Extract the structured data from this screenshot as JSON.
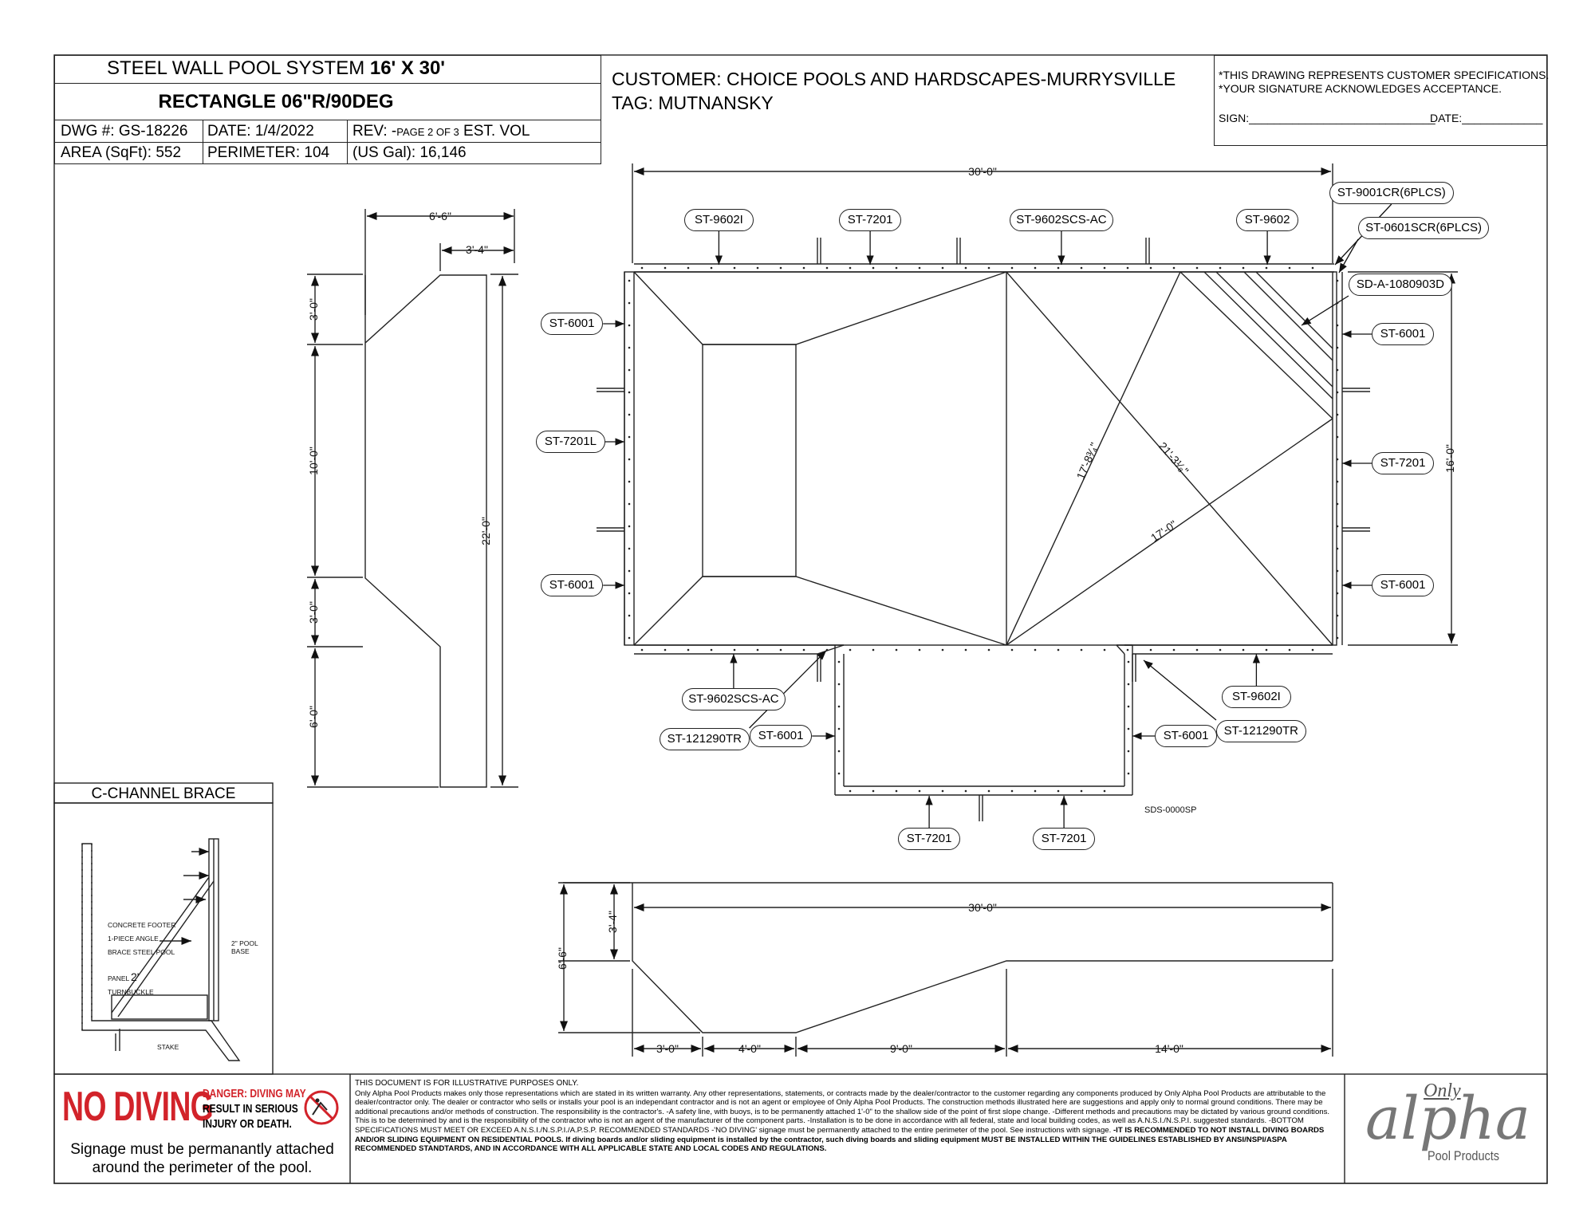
{
  "title_block": {
    "system": "STEEL WALL POOL SYSTEM",
    "size": "16' X 30'",
    "shape": "RECTANGLE 06\"R/90DEG",
    "dwg_label": "DWG #:",
    "dwg_value": "GS-18226",
    "date_label": "DATE:",
    "date_value": "1/4/2022",
    "rev_label": "REV:",
    "rev_value": "-",
    "page": "PAGE 2 OF 3",
    "est_vol": "EST. VOL",
    "area_label": "AREA (SqFt):",
    "area_value": "552",
    "perimeter_label": "PERIMETER:",
    "perimeter_value": "104",
    "gal_label": "(US Gal):",
    "gal_value": "16,146"
  },
  "customer": {
    "line1": "CUSTOMER: CHOICE POOLS AND HARDSCAPES-MURRYSVILLE",
    "line2": "TAG: MUTNANSKY"
  },
  "acceptance": {
    "line1": "*THIS DRAWING REPRESENTS CUSTOMER SPECIFICATIONS.",
    "line2": "*YOUR SIGNATURE ACKNOWLEDGES ACCEPTANCE.",
    "sign": "SIGN:______________________________",
    "date": "DATE:_____________"
  },
  "cross_section": {
    "dims": {
      "top_w": "6'-6\"",
      "top_w2": "3'-4\"",
      "d1": "3'-0\"",
      "d2": "10'-0\"",
      "d3": "3'-0\"",
      "d4": "6'-0\"",
      "total": "22'-0\""
    }
  },
  "plan": {
    "width_dim": "30'-0\"",
    "height_dim": "16'-0\"",
    "diag1": "17'-8³⁄₄\"",
    "diag2": "21'-3¹⁄₈\"",
    "diag3": "17'-0\"",
    "labels": {
      "top1": "ST-9602I",
      "top2": "ST-7201",
      "top3": "ST-9602SCS-AC",
      "top4": "ST-9602",
      "corner1": "ST-9001CR(6PLCS)",
      "corner2": "ST-0601SCR(6PLCS)",
      "step": "SD-A-1080903D",
      "left1": "ST-6001",
      "left2": "ST-7201L",
      "left3": "ST-6001",
      "right1": "ST-6001",
      "right2": "ST-7201",
      "right3": "ST-6001",
      "bot1": "ST-9602SCS-AC",
      "bot2": "ST-121290TR",
      "bot3": "ST-6001",
      "bot4": "ST-9602I",
      "bot5": "ST-121290TR",
      "bot6": "ST-6001",
      "ext1": "ST-7201",
      "ext2": "ST-7201",
      "sds": "SDS-0000SP"
    }
  },
  "profile": {
    "length": "30'-0\"",
    "shallow": "3'-4\"",
    "deep": "6'-6\"",
    "seg1": "3'-0\"",
    "seg2": "4'-0\"",
    "seg3": "9'-0\"",
    "seg4": "14'-0\""
  },
  "brace": {
    "title": "C-CHANNEL BRACE",
    "l1": "CONCRETE FOOTER",
    "l2": "1-PIECE ANGLE",
    "l3": "BRACE STEEL POOL",
    "l4": "PANEL",
    "l4b": "2'",
    "l5": "TURNBUCKLE",
    "l6": "2\" POOL",
    "l7": "BASE",
    "l8": "STAKE"
  },
  "warning": {
    "big": "NO DIVING",
    "danger1": "DANGER: DIVING MAY",
    "danger2": "RESULT IN SERIOUS",
    "danger3": "INJURY OR DEATH.",
    "sign1": "Signage must be permanantly attached",
    "sign2": "around the perimeter of the pool."
  },
  "disclaimer": {
    "head": "THIS DOCUMENT IS FOR ILLUSTRATIVE PURPOSES ONLY.",
    "body": "Only Alpha Pool Products makes only those representations which are stated in its written warranty. Any other representations, statements, or contracts made by the dealer/contractor to the customer regarding any components produced by Only Alpha Pool Products are attributable to the dealer/contractor only. The dealer or contractor who sells or installs your pool is an independant contractor and is not an agent or employee of Only Alpha Pool Products. The construction methods illustrated here are suggestions and apply only to normal ground conditions. There may be additional precautions and/or methods of construction. The responsibility is the contractor's. -A safety line, with buoys, is to be permanently attached 1'-0\" to the shallow side of the point of first slope change. -Different methods and precautions may be dictated by various ground conditions. This is to be determined by and is the responsibility of the contractor who is not an agent of the manufacturer of the component parts. -Installation is to be done in accordance with all federal, state and local building codes, as well as A.N.S.I./N.S.P.I. suggested standards. -BOTTOM SPECIFICATIONS MUST MEET OR EXCEED A.N.S.I./N.S.P.I./A.P.S.P. RECOMMENDED STANDARDS -'NO DIVING' signage must be permanently attached to the entire perimeter of the pool. See instructions with signage.",
    "bold": "-IT IS RECOMMENDED TO NOT INSTALL DIVING BOARDS AND/OR SLIDING EQUIPMENT ON RESIDENTIAL POOLS. If diving boards and/or sliding equipment is installed by the contractor, such diving boards and sliding equipment MUST BE INSTALLED WITHIN THE GUIDELINES ESTABLISHED BY ANSI/NSPI/ASPA RECOMMENDED STANDTARDS, AND IN ACCORDANCE WITH ALL APPLICABLE STATE AND LOCAL CODES AND REGULATIONS."
  },
  "logo": {
    "only": "Only",
    "alpha": "alpha",
    "sub": "Pool Products"
  },
  "colors": {
    "ink": "#222222",
    "danger": "#d2232a"
  }
}
